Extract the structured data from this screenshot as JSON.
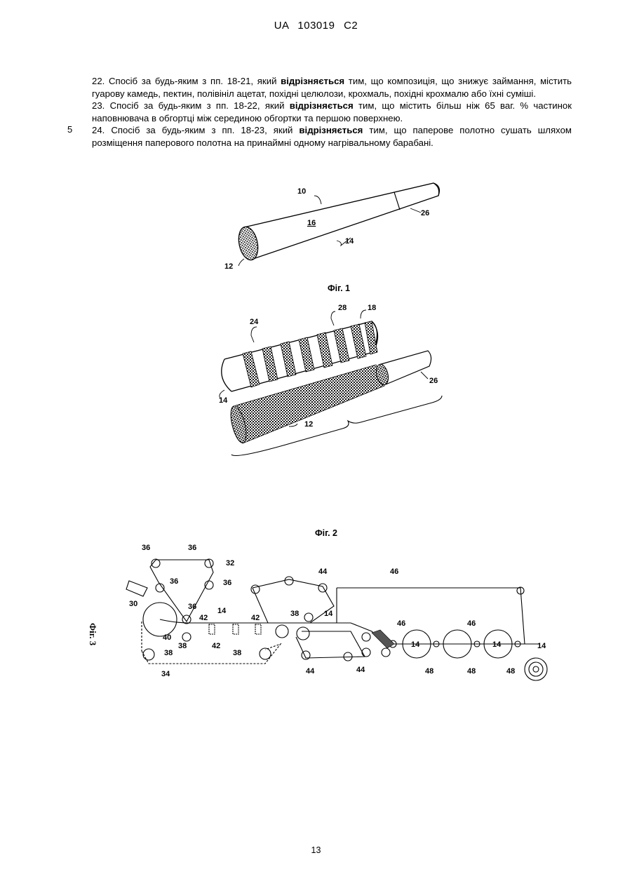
{
  "header": "UA 103019 C2",
  "line_number": "5",
  "claims": [
    {
      "pre": "22. Спосіб за будь-яким з пп. 18-21, який ",
      "bold": "відрізняється",
      "post": " тим, що композиція, що знижує займання, містить гуарову камедь, пектин, полівініл ацетат, похідні целюлози, крохмаль, похідні крохмалю або їхні суміші."
    },
    {
      "pre": "23. Спосіб за будь-яким з пп. 18-22, який ",
      "bold": "відрізняється",
      "post": " тим, що містить більш ніж 65 ваг. % частинок наповнювача в обгортці між серединою обгортки та першою поверхнею."
    },
    {
      "pre": "24. Спосіб за будь-яким з пп. 18-23, який ",
      "bold": "відрізняється",
      "post": " тим, що паперове полотно сушать шляхом розміщення паперового полотна на принаймні одному нагрівальному барабані."
    }
  ],
  "figures": {
    "fig1": {
      "caption": "Фіг. 1",
      "labels": [
        "10",
        "16",
        "14",
        "26",
        "12"
      ]
    },
    "fig2": {
      "caption": "Фіг. 2",
      "labels": [
        "24",
        "28",
        "18",
        "26",
        "14",
        "12"
      ]
    },
    "fig3": {
      "caption": "Фіг. 3",
      "labels": [
        "36",
        "36",
        "32",
        "36",
        "36",
        "44",
        "46",
        "30",
        "36",
        "14",
        "42",
        "42",
        "38",
        "14",
        "40",
        "38",
        "42",
        "38",
        "38",
        "34",
        "44",
        "44",
        "46",
        "46",
        "14",
        "14",
        "14",
        "48",
        "48",
        "48"
      ]
    }
  },
  "page_number": "13"
}
